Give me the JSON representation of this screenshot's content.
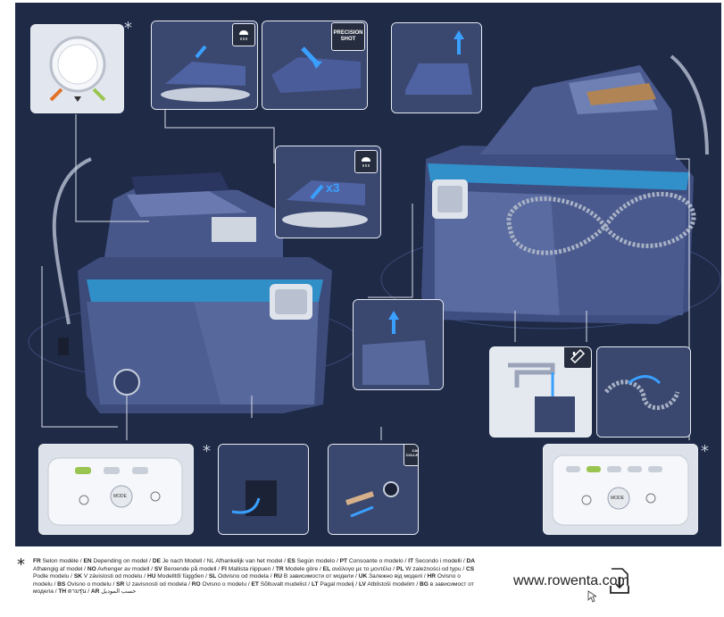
{
  "labels": {
    "precision_shot": "PRECISION SHOT",
    "times_three": "x3",
    "calc_collector": "CALC COLLECTOR",
    "mode": "MODE"
  },
  "panel_star": "*",
  "footnote": {
    "asterisk": "*",
    "segments": [
      {
        "code": "FR",
        "text": " Selon modèle / "
      },
      {
        "code": "EN",
        "text": " Depending on model / "
      },
      {
        "code": "DE",
        "text": " Je nach Modell / NL Afhankelijk van het model / "
      },
      {
        "code": "ES",
        "text": " Según modelo / "
      },
      {
        "code": "PT",
        "text": " Consoante o modelo / "
      },
      {
        "code": "IT",
        "text": " Secondo i modelli / "
      },
      {
        "code": "DA",
        "text": " Afhængig af model / "
      },
      {
        "code": "NO",
        "text": " Avhenger av modell / "
      },
      {
        "code": "SV",
        "text": " Beroende på modell / "
      },
      {
        "code": "FI",
        "text": " Mallista riippuen / "
      },
      {
        "code": "TR",
        "text": " Modele göre / "
      },
      {
        "code": "EL",
        "text": " ανάλογα με το μοντέλο / "
      },
      {
        "code": "PL",
        "text": " W zależności od typu / "
      },
      {
        "code": "CS",
        "text": " Podle modelu / "
      },
      {
        "code": "SK",
        "text": " V závislosti od modelu / "
      },
      {
        "code": "HU",
        "text": " Modelltől függően / "
      },
      {
        "code": "SL",
        "text": " Odvisno od modela / "
      },
      {
        "code": "RU",
        "text": " В зависимости от модели / "
      },
      {
        "code": "UK",
        "text": " Залежно від моделі / "
      },
      {
        "code": "HR",
        "text": " Ovisno o modelu / "
      },
      {
        "code": "BS",
        "text": " Ovisno o modelu / "
      },
      {
        "code": "SR",
        "text": " U zavisnosti od modela / "
      },
      {
        "code": "RO",
        "text": " Ovisno o modelu / "
      },
      {
        "code": "ET",
        "text": " Sõltuvalt mudelist / "
      },
      {
        "code": "LT",
        "text": " Pagal modelį / "
      },
      {
        "code": "LV",
        "text": " Atbilstoši modelim / "
      },
      {
        "code": "BG",
        "text": " в зависимост от модела / "
      },
      {
        "code": "TH",
        "text": " ตามรุ่น / "
      },
      {
        "code": "AR",
        "text": " حسب الموديل"
      }
    ]
  },
  "website": "www.rowenta.com",
  "colors": {
    "background": "#1f2a47",
    "accent_blue": "#3aa0ff",
    "panel_border": "#e8ecf3"
  }
}
